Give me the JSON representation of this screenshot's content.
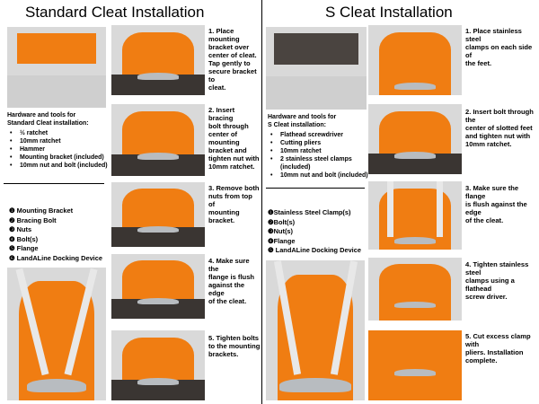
{
  "titles": {
    "standard": "Standard Cleat Installation",
    "s_cleat": "S Cleat Installation"
  },
  "standard": {
    "steps": [
      [
        "1. Place",
        "mounting",
        "bracket over",
        "center of cleat.",
        "Tap gently to",
        "secure bracket to",
        "cleat."
      ],
      [
        "2. Insert bracing",
        "bolt through",
        "center of",
        "mounting",
        "bracket and",
        "tighten nut with",
        "10mm ratchet."
      ],
      [
        "3. Remove both",
        "nuts from top of",
        "mounting",
        "bracket."
      ],
      [
        "4. Make sure the",
        "flange is flush",
        "against the edge",
        "of the cleat."
      ],
      [
        "5. Tighten bolts",
        "to the mounting",
        "brackets."
      ]
    ],
    "hardware_title": [
      "Hardware and tools for",
      "Standard Cleat installation:"
    ],
    "hardware_items": [
      "½ ratchet",
      "10mm ratchet",
      "Hammer",
      "Mounting  bracket (included)",
      "10mm nut and bolt (included)"
    ],
    "parts": [
      "❶ Mounting  Bracket",
      "❷ Bracing Bolt",
      "❸ Nuts",
      "❹ Bolt(s)",
      "❺ Flange",
      "❻ LandALine Docking Device"
    ]
  },
  "s_cleat": {
    "steps": [
      [
        "1. Place stainless steel",
        "clamps on each side of",
        "the feet."
      ],
      [
        "2. Insert bolt through  the",
        "center of slotted feet",
        "and tighten nut with",
        "10mm ratchet."
      ],
      [
        "3. Make sure the flange",
        "is flush against the edge",
        "of the cleat."
      ],
      [
        "4. Tighten stainless steel",
        "clamps using a flathead",
        "screw driver."
      ],
      [
        "5. Cut excess clamp with",
        "pliers.  Installation",
        "complete."
      ]
    ],
    "hardware_title": [
      "Hardware and tools for",
      "S Cleat installation:"
    ],
    "hardware_items": [
      "Flathead screwdriver",
      "Cutting pliers",
      "10mm ratchet",
      "2 stainless steel clamps (included)",
      "10mm nut and bolt (included)"
    ],
    "parts": [
      "❶Stainless Steel Clamp(s)",
      "❷Bolt(s)",
      "❸Nut(s)",
      "❹Flange",
      "❺ LandALine Docking Device"
    ]
  },
  "colors": {
    "shirt": "#f07d12",
    "photo_bg": "#d9d9d9",
    "table": "#3a3532",
    "cleat": "#b8bcc0"
  }
}
